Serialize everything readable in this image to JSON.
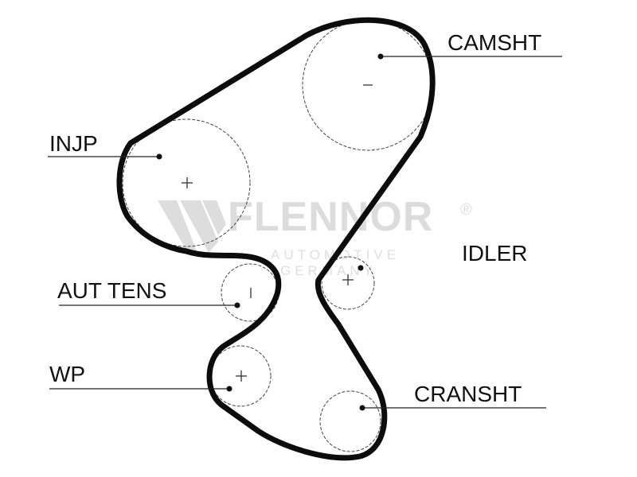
{
  "labels": {
    "camshaft": "CAMSHT",
    "injection_pump": "INJP",
    "idler": "IDLER",
    "auto_tensioner": "AUT TENS",
    "water_pump": "WP",
    "crankshaft": "CRANSHT"
  },
  "watermark": {
    "brand": "FLENNOR",
    "registered": "®",
    "line1": "AUTOMOTIVE",
    "line2": "GERMANY"
  },
  "colors": {
    "belt": "#0c0c0c",
    "text": "#111111",
    "watermark": "#d4d4d4"
  }
}
